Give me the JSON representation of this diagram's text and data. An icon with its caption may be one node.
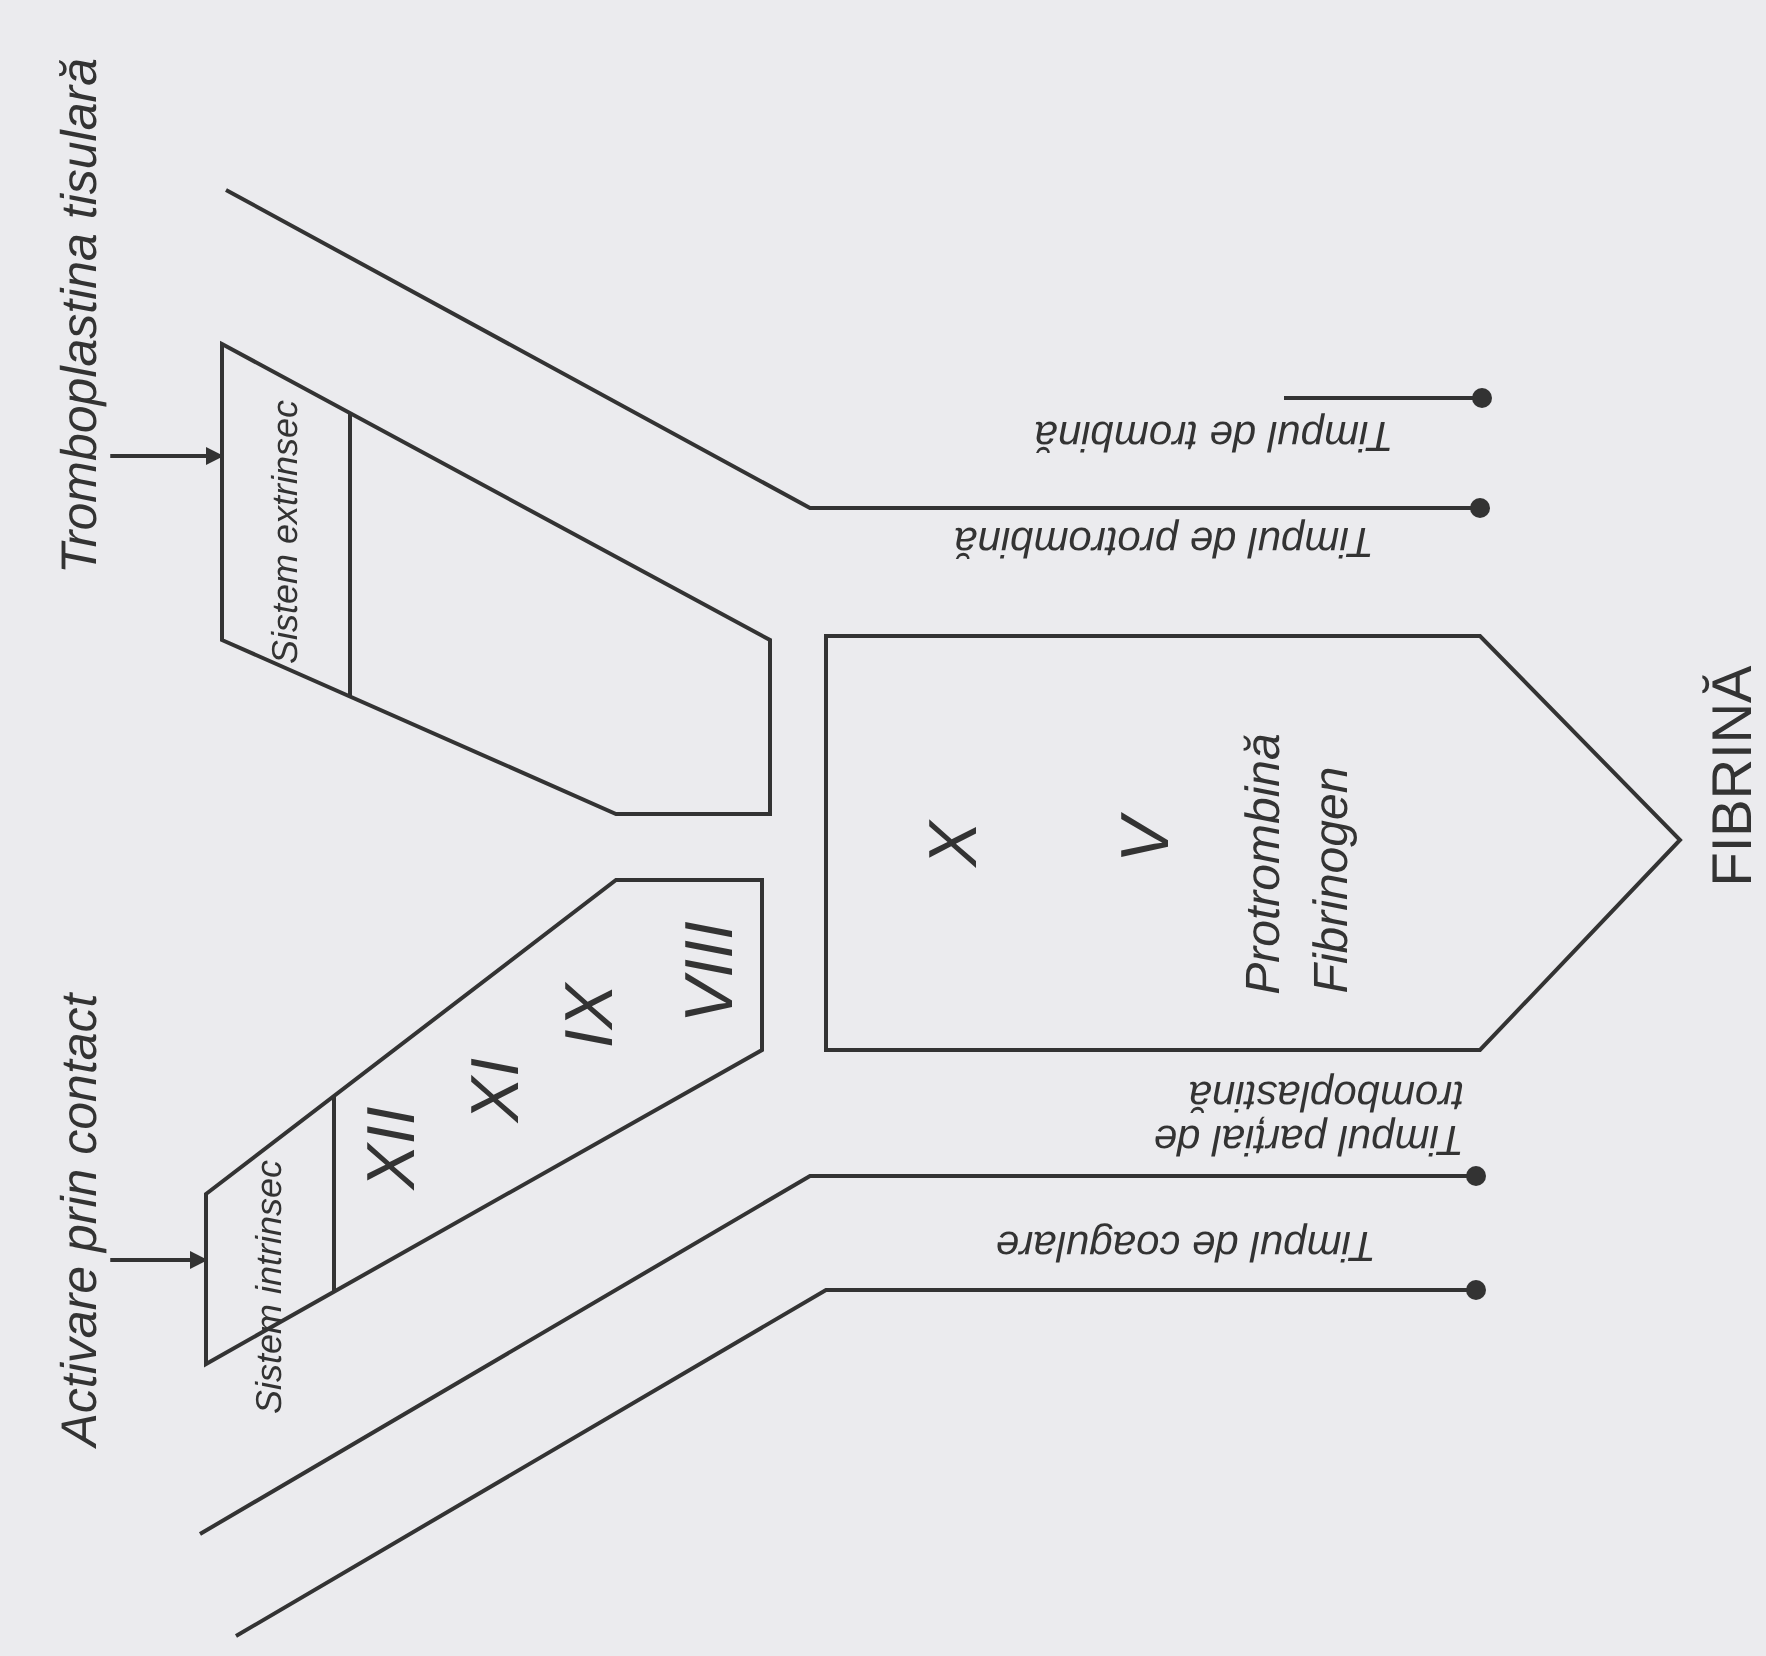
{
  "diagram": {
    "nodes": [
      {
        "text": [
          "Sistem intrinsec",
          "XII",
          "XI",
          "IX",
          "VIII"
        ]
      },
      {
        "text": [
          "Sistem extrinsec"
        ]
      },
      {
        "text": [
          "X",
          "V",
          "Protrombină",
          "Fibrinogen"
        ]
      },
      {
        "text": [
          "Activare prin contact"
        ]
      },
      {
        "text": [
          "Tromboplastina tisulară"
        ]
      }
    ],
    "edges": [
      {
        "from": 3,
        "to": 0,
        "arrow": "to"
      },
      {
        "from": 4,
        "to": 1,
        "arrow": "to"
      }
    ],
    "labels": [
      "FIBRINĂ",
      "Timpul de coagulare",
      "Timpul parțial de tromboplastină",
      "Timpul de protrombină",
      "Timpul de trombină"
    ]
  }
}
